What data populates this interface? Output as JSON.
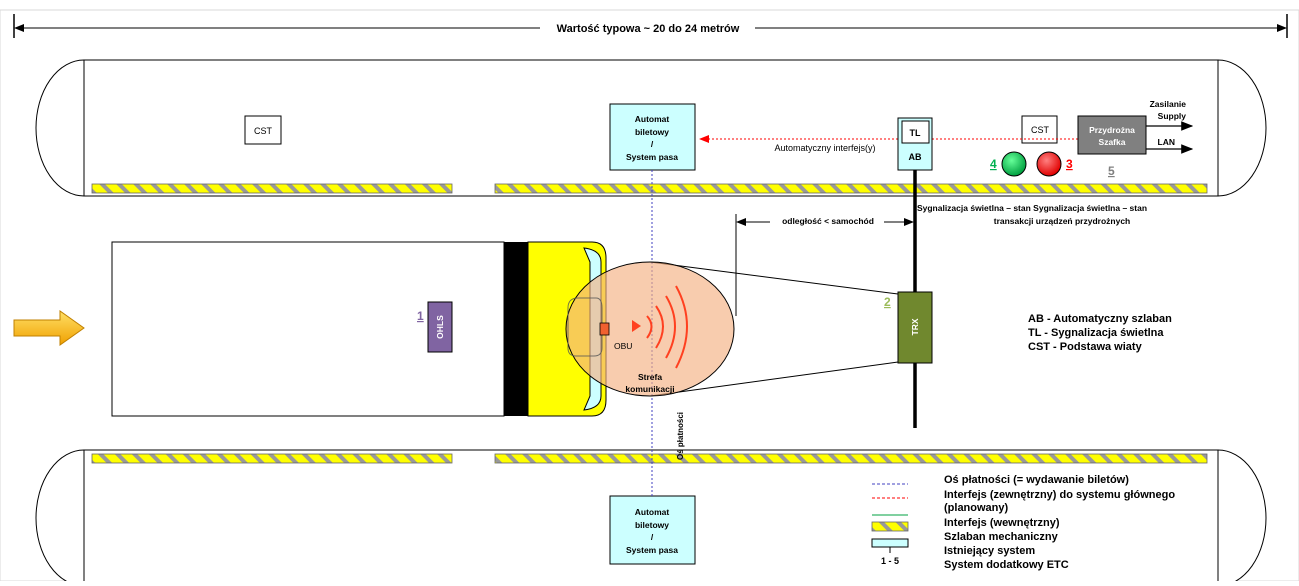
{
  "header": {
    "typical_length": "Wartość typowa ~ 20 do 24 metrów"
  },
  "booths": {
    "top_cst_left": "CST",
    "top_cst_right": "CST",
    "machine_top": [
      "Automat",
      "biletowy",
      "/",
      "System pasa"
    ],
    "machine_bottom": [
      "Automat",
      "biletowy",
      "/",
      "System pasa"
    ],
    "tl": "TL",
    "ab": "AB",
    "cabinet": [
      "Przydrożna",
      "Szafka"
    ],
    "supply": [
      "Zasilanie",
      "Supply"
    ],
    "lan": "LAN",
    "interface_label": "Automatyczny interfejs(y)"
  },
  "markers": {
    "m1": "1",
    "m2": "2",
    "m3": "3",
    "m4": "4",
    "m5": "5"
  },
  "signals": {
    "colors": {
      "green": "#00b050",
      "red": "#ff0000"
    },
    "caption_1": "Sygnalizacja świetlna – stan Sygnalizacja świetlna – stan",
    "caption_2": "transakcji urządzeń przydrożnych"
  },
  "distance_label": "odległość < samochód",
  "vehicle": {
    "ohls": "OHLS",
    "obu": "OBU",
    "zone": [
      "Strefa",
      "komunikacji"
    ]
  },
  "trx": "TRX",
  "payment_axis_label": "Oś płatności",
  "abbreviations": [
    "AB - Automatyczny szlaban",
    "TL - Sygnalizacja świetlna",
    "CST - Podstawa wiaty"
  ],
  "legend": {
    "items": [
      "Oś płatności (= wydawanie biletów)",
      "Interfejs (zewnętrzny) do systemu głównego",
      "(planowany)",
      "Interfejs (wewnętrzny)",
      "Szlaban mechaniczny",
      "Istniejący system",
      "System dodatkowy ETC"
    ],
    "range": "1 - 5"
  }
}
